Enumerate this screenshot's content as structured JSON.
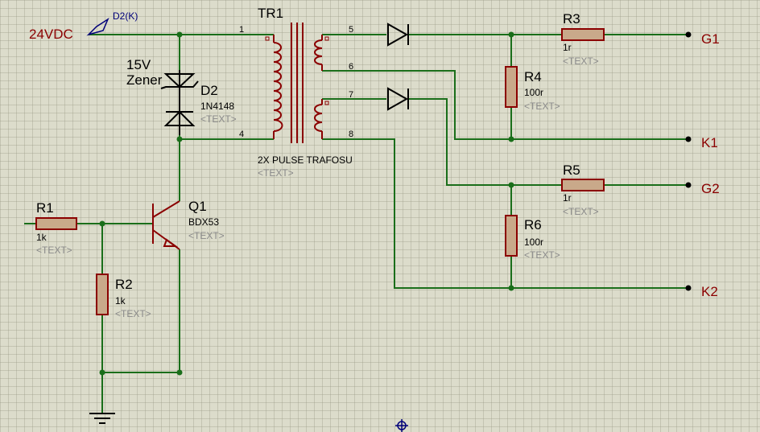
{
  "supply_label": "24VDC",
  "probe_label": "D2(K)",
  "transformer": {
    "ref": "TR1",
    "value": "2X PULSE TRAFOSU",
    "placeholder": "<TEXT>",
    "pins": [
      "1",
      "4",
      "5",
      "6",
      "7",
      "8"
    ]
  },
  "zener": {
    "note_line1": "15V",
    "note_line2": "Zener"
  },
  "d2": {
    "ref": "D2",
    "value": "1N4148",
    "placeholder": "<TEXT>"
  },
  "q1": {
    "ref": "Q1",
    "value": "BDX53",
    "placeholder": "<TEXT>"
  },
  "r1": {
    "ref": "R1",
    "value": "1k",
    "placeholder": "<TEXT>"
  },
  "r2": {
    "ref": "R2",
    "value": "1k",
    "placeholder": "<TEXT>"
  },
  "r3": {
    "ref": "R3",
    "value": "1r",
    "placeholder": "<TEXT>"
  },
  "r4": {
    "ref": "R4",
    "value": "100r",
    "placeholder": "<TEXT>"
  },
  "r5": {
    "ref": "R5",
    "value": "1r",
    "placeholder": "<TEXT>"
  },
  "r6": {
    "ref": "R6",
    "value": "100r",
    "placeholder": "<TEXT>"
  },
  "terminals": {
    "g1": "G1",
    "k1": "K1",
    "g2": "G2",
    "k2": "K2"
  },
  "colors": {
    "wire": "#1a6e1a",
    "component": "#8b0000",
    "resistor_body": "#c9a98a",
    "grid": "#dcdccb"
  }
}
